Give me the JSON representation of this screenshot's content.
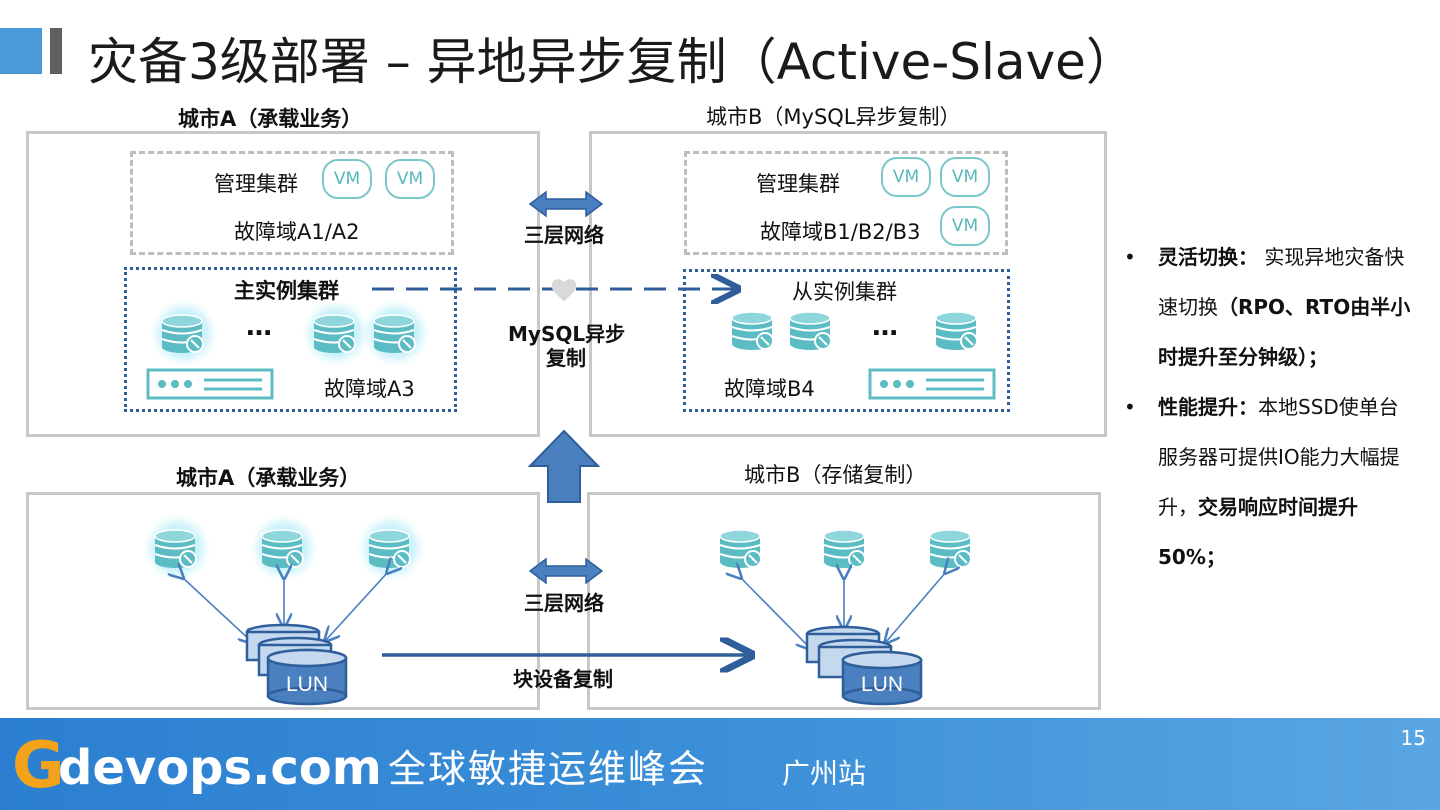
{
  "title": "灾备3级部署 – 异地异步复制（Active-Slave）",
  "top": {
    "city_a_label": "城市A（承载业务）",
    "city_b_label": "城市B（MySQL异步复制）",
    "mgmt_cluster_a": "管理集群",
    "fault_domain_a12": "故障域A1/A2",
    "mgmt_cluster_b": "管理集群",
    "fault_domain_b123": "故障域B1/B2/B3",
    "vm_label": "VM",
    "master_cluster": "主实例集群",
    "slave_cluster": "从实例集群",
    "fault_domain_a3": "故障域A3",
    "fault_domain_b4": "故障域B4",
    "ellipsis": "…",
    "network_label": "三层网络",
    "mysql_async_line1": "MySQL异步",
    "mysql_async_line2": "复制"
  },
  "bottom": {
    "city_a_label": "城市A（承载业务）",
    "city_b_label": "城市B（存储复制）",
    "network_label": "三层网络",
    "block_copy_label": "块设备复制",
    "lun_label": "LUN"
  },
  "bullets": [
    {
      "bold": "灵活切换：",
      "text": " 实现异地灾备快速切换",
      "bold2": "（RPO、RTO由半小时提升至分钟级）；"
    },
    {
      "bold": "性能提升：",
      "text": "本地SSD使单台服务器可提供IO能力大幅提升，",
      "bold2": "交易响应时间提升50%；"
    }
  ],
  "footer": {
    "logo_g": "G",
    "brand": "devops.com",
    "conference": "全球敏捷运维峰会",
    "city": "广州站",
    "page": "15"
  },
  "colors": {
    "accent_blue": "#4a9ad8",
    "teal": "#58b8bb",
    "arrow_blue": "#4a7fc0",
    "dark_blue": "#2f5e9a"
  }
}
